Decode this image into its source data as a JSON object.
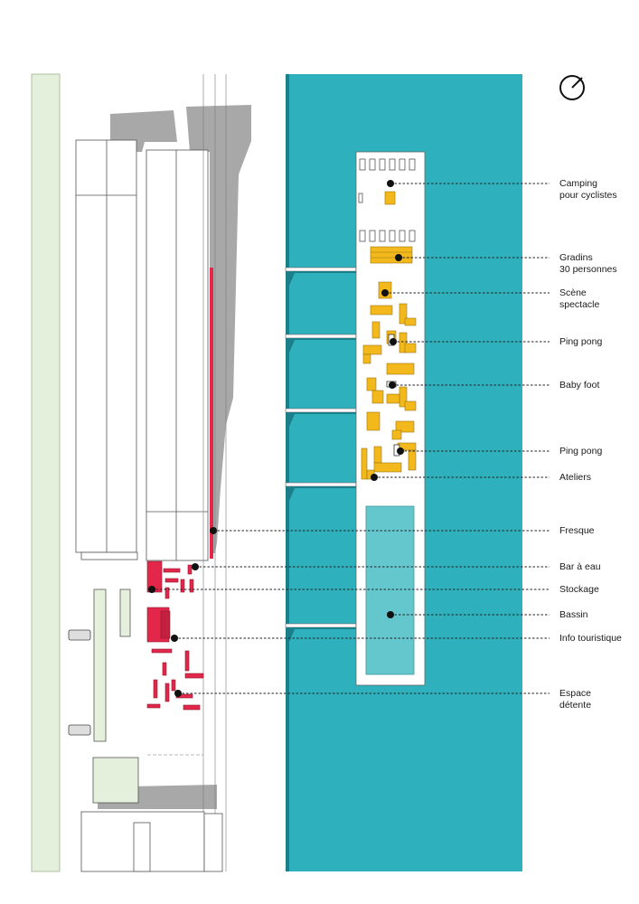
{
  "colors": {
    "water": "#2fb1bd",
    "water_dark": "#1a7f89",
    "pool": "#63c7cd",
    "furniture": "#f2b81c",
    "red": "#e3274b",
    "green": "#e5f0dc",
    "shadow": "#a8a8a8"
  },
  "legend": [
    {
      "id": "camping",
      "text": "Camping\npour cyclistes"
    },
    {
      "id": "gradins",
      "text": "Gradins\n30 personnes"
    },
    {
      "id": "scene",
      "text": "Scène\nspectacle"
    },
    {
      "id": "pingpong1",
      "text": "Ping pong"
    },
    {
      "id": "babyfoot",
      "text": "Baby foot"
    },
    {
      "id": "pingpong2",
      "text": "Ping pong"
    },
    {
      "id": "ateliers",
      "text": "Ateliers"
    },
    {
      "id": "fresque",
      "text": "Fresque"
    },
    {
      "id": "bar",
      "text": "Bar à eau"
    },
    {
      "id": "stockage",
      "text": "Stockage"
    },
    {
      "id": "bassin",
      "text": "Bassin"
    },
    {
      "id": "info",
      "text": "Info touristique"
    },
    {
      "id": "detente",
      "text": "Espace\ndétente"
    }
  ]
}
